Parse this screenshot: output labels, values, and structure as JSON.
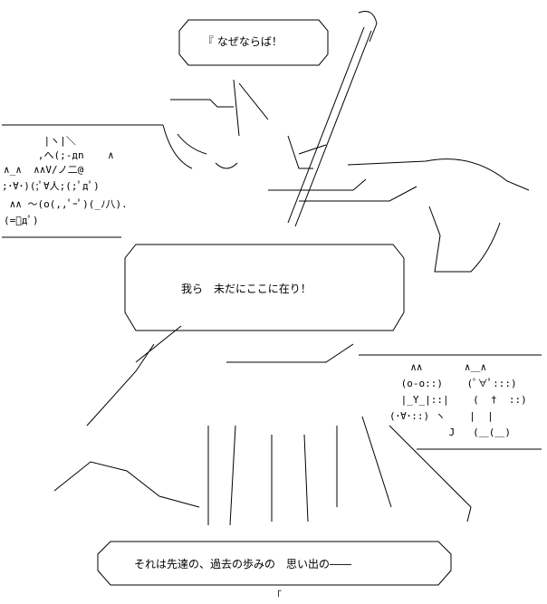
{
  "bubbles": {
    "top": "『 なぜならば！",
    "middle": "我ら　未だにここに在り！",
    "bottom": "それは先達の、過去の歩みの　思い出の――"
  },
  "crowd_left": [
    "    |ヽ|＼",
    "   ,へ(;-дn    ∧",
    "∧_∧  ∧∧V/ノ二@",
    ";･∀･)(;ﾟ∀人;(;ﾟдﾟ)",
    " ∧∧ ～(o(,,ﾟｰﾟ)(_ﾉ八).",
    "(=ﾟдﾟ)"
  ],
  "cats_right": [
    "  ∧∧       ∧＿∧",
    " (o-o::)    (ﾟ∀ﾟ:::)",
    " |_Y_|::|    (  †  ::)",
    "(･∀･::) ヽ    |  |",
    "         J   (＿(＿)"
  ],
  "caption_tail": "「"
}
